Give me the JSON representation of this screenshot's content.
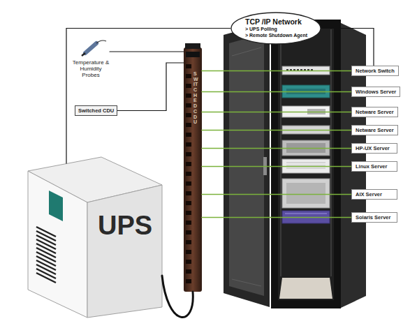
{
  "diagram": {
    "nodes": [
      {
        "text": [
          "TCP /IP Network",
          "> UPS Polling",
          "> Remote Shutdown Agent"
        ]
      },
      {
        "text": [
          "Temperature & Humidity Probes"
        ]
      },
      {
        "text": [
          "Switched CDU"
        ]
      },
      {
        "text": [
          "UPS"
        ]
      },
      {
        "text": [
          "SWITCHED CDU"
        ]
      },
      {
        "text": [
          "Network Switch"
        ]
      },
      {
        "text": [
          "Windows Server"
        ]
      },
      {
        "text": [
          "Netware Server"
        ]
      },
      {
        "text": [
          "Netware Server"
        ]
      },
      {
        "text": [
          "HP-UX Server"
        ]
      },
      {
        "text": [
          "Linux Server"
        ]
      },
      {
        "text": [
          "AIX Server"
        ]
      },
      {
        "text": [
          "Solaris Server"
        ]
      }
    ],
    "edges": [
      {
        "from": 3,
        "to": 0,
        "arrow": "none"
      },
      {
        "from": 0,
        "to": 5,
        "arrow": "none"
      },
      {
        "from": 1,
        "to": 4,
        "arrow": "none"
      },
      {
        "from": 2,
        "to": 4,
        "arrow": "none"
      },
      {
        "from": 4,
        "to": 3,
        "arrow": "none"
      },
      {
        "from": 4,
        "to": 5,
        "arrow": "none"
      },
      {
        "from": 4,
        "to": 6,
        "arrow": "none"
      },
      {
        "from": 4,
        "to": 7,
        "arrow": "none"
      },
      {
        "from": 4,
        "to": 8,
        "arrow": "none"
      },
      {
        "from": 4,
        "to": 9,
        "arrow": "none"
      },
      {
        "from": 4,
        "to": 10,
        "arrow": "none"
      },
      {
        "from": 4,
        "to": 11,
        "arrow": "none"
      },
      {
        "from": 4,
        "to": 12,
        "arrow": "none"
      }
    ]
  }
}
